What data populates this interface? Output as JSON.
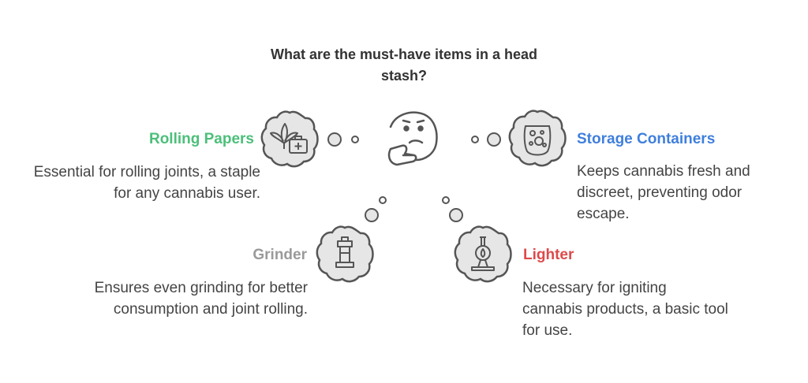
{
  "title": "What are the must-have items in a head stash?",
  "colors": {
    "rolling_papers": "#4cbf7a",
    "storage_containers": "#3f7fdc",
    "grinder": "#9a9a9a",
    "lighter": "#dd4a4a",
    "icon_fill": "#e6e6e6",
    "icon_stroke": "#555555"
  },
  "items": [
    {
      "id": "rolling-papers",
      "heading": "Rolling Papers",
      "description": "Essential for rolling joints, a staple for any cannabis user.",
      "icon": "cannabis-leaf-medkit-icon"
    },
    {
      "id": "storage-containers",
      "heading": "Storage Containers",
      "description": "Keeps cannabis fresh and discreet, preventing odor escape.",
      "icon": "container-jar-icon"
    },
    {
      "id": "grinder",
      "heading": "Grinder",
      "description": "Ensures even grinding for better consumption and joint rolling.",
      "icon": "grinder-tower-icon"
    },
    {
      "id": "lighter",
      "heading": "Lighter",
      "description": "Necessary for igniting cannabis products, a basic tool for use.",
      "icon": "bunsen-burner-icon"
    }
  ],
  "center_icon": "thinking-face-icon"
}
